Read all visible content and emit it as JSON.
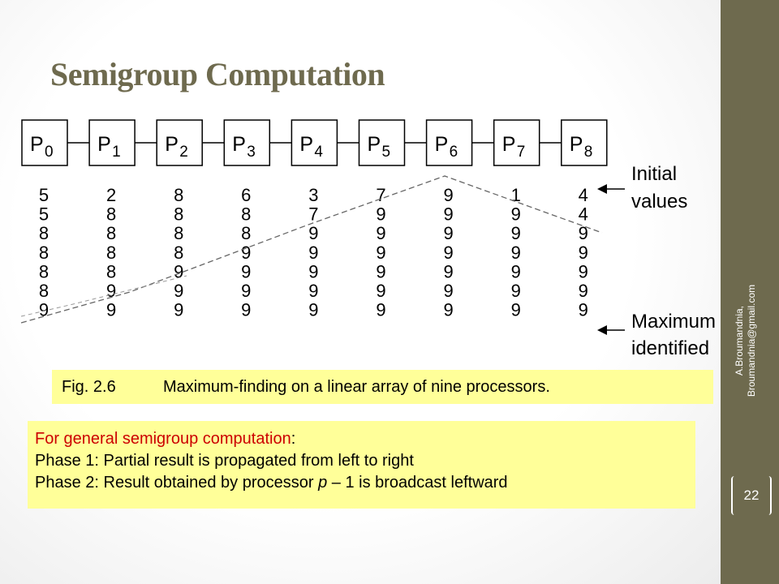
{
  "slide": {
    "title": "Semigroup Computation",
    "author_line1": "A.Broumandnia,",
    "author_line2": "Broumandnia@gmail.com",
    "page_number": "22"
  },
  "diagram": {
    "processors": [
      {
        "main": "P",
        "sub": "0"
      },
      {
        "main": "P",
        "sub": "1"
      },
      {
        "main": "P",
        "sub": "2"
      },
      {
        "main": "P",
        "sub": "3"
      },
      {
        "main": "P",
        "sub": "4"
      },
      {
        "main": "P",
        "sub": "5"
      },
      {
        "main": "P",
        "sub": "6"
      },
      {
        "main": "P",
        "sub": "7"
      },
      {
        "main": "P",
        "sub": "8"
      }
    ],
    "value_rows": [
      [
        "5",
        "2",
        "8",
        "6",
        "3",
        "7",
        "9",
        "1",
        "4"
      ],
      [
        "5",
        "8",
        "8",
        "8",
        "7",
        "9",
        "9",
        "9",
        "4"
      ],
      [
        "8",
        "8",
        "8",
        "8",
        "9",
        "9",
        "9",
        "9",
        "9"
      ],
      [
        "8",
        "8",
        "8",
        "9",
        "9",
        "9",
        "9",
        "9",
        "9"
      ],
      [
        "8",
        "8",
        "9",
        "9",
        "9",
        "9",
        "9",
        "9",
        "9"
      ],
      [
        "8",
        "9",
        "9",
        "9",
        "9",
        "9",
        "9",
        "9",
        "9"
      ],
      [
        "9",
        "9",
        "9",
        "9",
        "9",
        "9",
        "9",
        "9",
        "9"
      ]
    ],
    "label_initial_line1": "Initial",
    "label_initial_line2": "values",
    "label_max_line1": "Maximum",
    "label_max_line2": "identified"
  },
  "caption": {
    "label": "Fig. 2.6",
    "text": "Maximum-finding on a linear array of nine processors."
  },
  "note": {
    "line1_red": "For general semigroup computation",
    "line1_black": ":",
    "line2": "Phase 1: Partial result is propagated from left to right",
    "line3_a": "Phase 2: Result obtained by processor ",
    "line3_var": "p",
    "line3_b": " – 1 is broadcast leftward"
  },
  "colors": {
    "title": "#6e6a4e",
    "sidebar": "#6e6a4e",
    "highlight": "#ffff99",
    "note_red": "#cc0000"
  }
}
